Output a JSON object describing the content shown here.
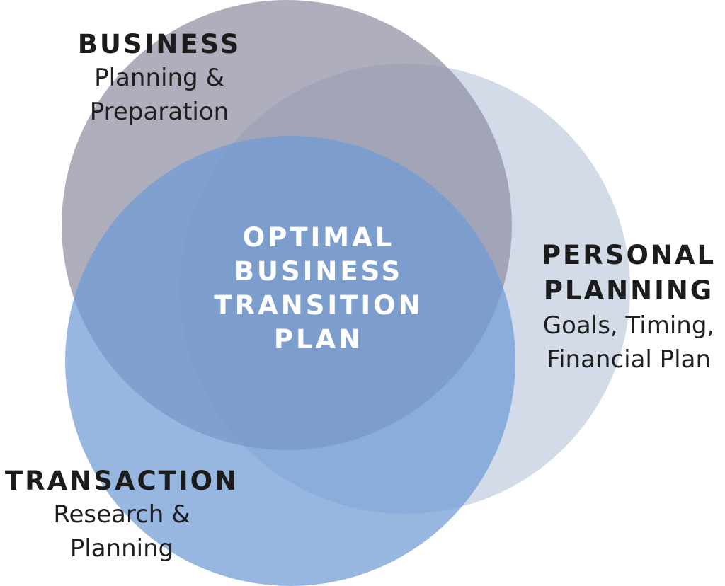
{
  "diagram": {
    "type": "venn",
    "center": {
      "lines": [
        "OPTIMAL",
        "BUSINESS",
        "TRANSITION",
        "PLAN"
      ]
    },
    "circles": [
      {
        "id": "business",
        "heading": "BUSINESS",
        "subtitle_lines": [
          "Planning &",
          "Preparation"
        ],
        "color": "#8f8fa3"
      },
      {
        "id": "personal",
        "heading_lines": [
          "PERSONAL",
          "PLANNING"
        ],
        "subtitle_lines": [
          "Goals, Timing,",
          "Financial Plan"
        ],
        "color": "#c6d0e2"
      },
      {
        "id": "transaction",
        "heading": "TRANSACTION",
        "subtitle_lines": [
          "Research &",
          "Planning"
        ],
        "color": "#7da3d7"
      }
    ]
  }
}
